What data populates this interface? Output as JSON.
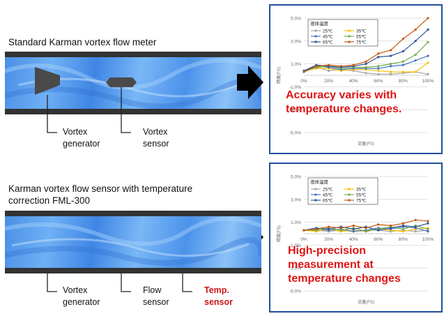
{
  "top": {
    "title": "Standard Karman vortex flow meter",
    "label1": [
      "Vortex",
      "generator"
    ],
    "label2": [
      "Vortex",
      "sensor"
    ],
    "callout": [
      "Accuracy varies with",
      "temperature changes."
    ]
  },
  "bottom": {
    "title": [
      "Karman vortex flow sensor with temperature",
      "correction  FML-300"
    ],
    "label1": [
      "Vortex",
      "generator"
    ],
    "label2": [
      "Flow",
      "sensor"
    ],
    "label3": [
      "Temp.",
      "sensor"
    ],
    "callout": [
      "High-precision",
      "measurement at",
      "temperature changes"
    ]
  },
  "colors": {
    "panel_border": "#1f4e9a",
    "callout": "#e01414",
    "temp_sensor": "#8b3a10",
    "pipe_wall": "#333333",
    "water": "#4a8fe6"
  },
  "chart_data": [
    {
      "type": "line",
      "legend_title": "液体温度",
      "xlabel": "流量(FS)",
      "ylabel": "精度(FS)",
      "x": [
        0,
        10,
        20,
        30,
        40,
        50,
        60,
        70,
        80,
        90,
        100
      ],
      "xticks": [
        "0%",
        "20%",
        "40%",
        "60%",
        "80%",
        "100%"
      ],
      "ylim": [
        -5,
        5
      ],
      "yticks": [
        "5.0%",
        "3.0%",
        "1.0%",
        "-1.0%",
        "-3.0%",
        "-5.0%"
      ],
      "series": [
        {
          "name": "25℃",
          "color": "#a6a6a6",
          "values": [
            0.3,
            0.7,
            0.4,
            0.5,
            0.4,
            0.2,
            0.1,
            0.1,
            0.2,
            0.3,
            0.1
          ]
        },
        {
          "name": "35℃",
          "color": "#ffc000",
          "values": [
            0.4,
            0.6,
            0.6,
            0.4,
            0.5,
            0.5,
            0.4,
            0.3,
            0.3,
            0.3,
            1.1
          ]
        },
        {
          "name": "45℃",
          "color": "#4472c4",
          "values": [
            0.4,
            0.8,
            0.7,
            0.5,
            0.6,
            0.6,
            0.6,
            0.8,
            0.9,
            1.3,
            1.7
          ]
        },
        {
          "name": "55℃",
          "color": "#70ad47",
          "values": [
            0.3,
            0.7,
            0.8,
            0.6,
            0.7,
            0.7,
            0.8,
            1.0,
            1.2,
            1.8,
            2.9
          ]
        },
        {
          "name": "65℃",
          "color": "#2f5597",
          "values": [
            0.4,
            0.9,
            0.8,
            0.7,
            0.8,
            1.0,
            1.6,
            1.7,
            2.1,
            3.0,
            4.0
          ]
        },
        {
          "name": "75℃",
          "color": "#c55a11",
          "values": [
            0.3,
            0.8,
            0.9,
            0.8,
            0.9,
            1.2,
            1.9,
            2.2,
            3.2,
            4.0,
            5.0
          ]
        }
      ]
    },
    {
      "type": "line",
      "legend_title": "液体温度",
      "xlabel": "流量(FS)",
      "ylabel": "精度(FS)",
      "x": [
        0,
        10,
        20,
        30,
        40,
        50,
        60,
        70,
        80,
        90,
        100
      ],
      "xticks": [
        "0%",
        "20%",
        "40%",
        "60%",
        "80%",
        "100%"
      ],
      "ylim": [
        -5,
        5
      ],
      "yticks": [
        "5.0%",
        "3.0%",
        "1.0%",
        "-1.0%",
        "-3.0%",
        "-5.0%"
      ],
      "series": [
        {
          "name": "25℃",
          "color": "#a6a6a6",
          "values": [
            0.3,
            0.3,
            0.2,
            0.3,
            0.2,
            0.3,
            0.3,
            0.2,
            0.3,
            0.2,
            0.3
          ]
        },
        {
          "name": "35℃",
          "color": "#ffc000",
          "values": [
            0.3,
            0.2,
            0.4,
            0.2,
            0.3,
            0.2,
            0.4,
            0.3,
            0.2,
            0.4,
            0.5
          ]
        },
        {
          "name": "45℃",
          "color": "#4472c4",
          "values": [
            0.3,
            0.4,
            0.3,
            0.4,
            0.2,
            0.3,
            0.5,
            0.4,
            0.6,
            0.5,
            0.2
          ]
        },
        {
          "name": "55℃",
          "color": "#70ad47",
          "values": [
            0.3,
            0.3,
            0.5,
            0.3,
            0.5,
            0.2,
            0.4,
            0.6,
            0.4,
            0.7,
            0.4
          ]
        },
        {
          "name": "65℃",
          "color": "#2f5597",
          "values": [
            0.3,
            0.5,
            0.4,
            0.6,
            0.4,
            0.6,
            0.3,
            0.5,
            0.7,
            0.6,
            0.9
          ]
        },
        {
          "name": "75℃",
          "color": "#c55a11",
          "values": [
            0.3,
            0.4,
            0.6,
            0.5,
            0.7,
            0.5,
            0.8,
            0.7,
            0.9,
            1.2,
            1.1
          ]
        }
      ]
    }
  ]
}
